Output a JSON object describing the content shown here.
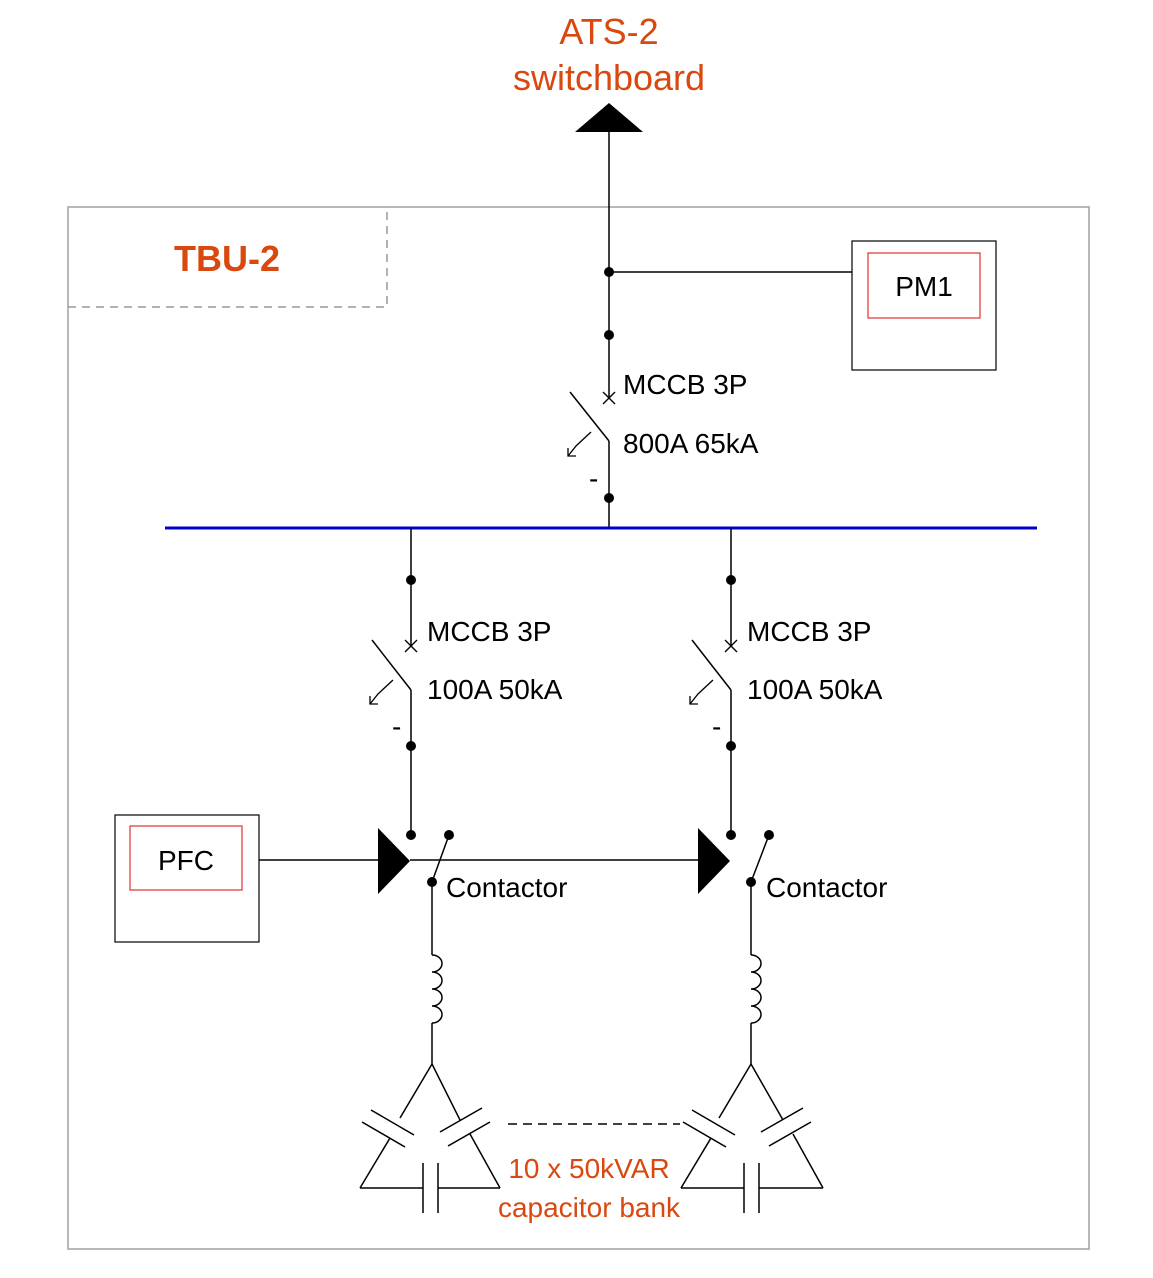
{
  "colors": {
    "line": "#000000",
    "busbar": "#0000cc",
    "accent_text": "#d9480f",
    "inner_box": "#e03030",
    "frame": "#a0a0a0"
  },
  "source": {
    "line1": "ATS-2",
    "line2": "switchboard"
  },
  "panel": {
    "title": "TBU-2"
  },
  "meters": {
    "pm": "PM1",
    "pfc": "PFC"
  },
  "main_breaker": {
    "type": "MCCB 3P",
    "rating": "800A 65kA",
    "dash": "-"
  },
  "feeders": [
    {
      "type": "MCCB 3P",
      "rating": "100A 50kA",
      "dash": "-",
      "contactor": "Contactor"
    },
    {
      "type": "MCCB 3P",
      "rating": "100A 50kA",
      "dash": "-",
      "contactor": "Contactor"
    }
  ],
  "capacitor_bank": {
    "line1": "10 x 50kVAR",
    "line2": "capacitor bank"
  }
}
